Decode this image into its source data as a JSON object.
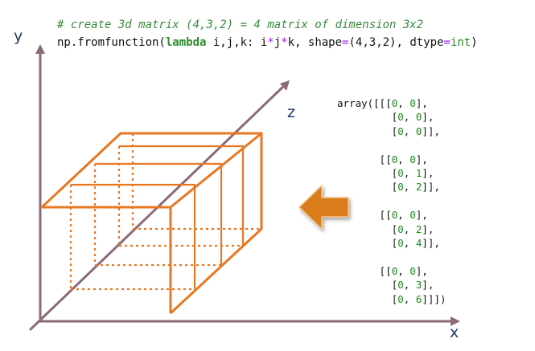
{
  "axes": {
    "y": "y",
    "z": "z",
    "x": "x"
  },
  "code": {
    "comment": "# create 3d matrix (4,3,2) = 4 matrix of dimension 3x2",
    "line_prefix": "np.fromfunction(",
    "keyword": "lambda",
    "params": " i,j,k: i",
    "op1": "*",
    "mid1": "j",
    "op2": "*",
    "mid2": "k, shape",
    "op3": "=",
    "shape_val": "(4,3,2)",
    "mid3": ", dtype",
    "op4": "=",
    "dtype_val": "int",
    "suffix": ")"
  },
  "output": {
    "prefix": "array(",
    "blocks": [
      [
        [
          "0",
          "0"
        ],
        [
          "0",
          "0"
        ],
        [
          "0",
          "0"
        ]
      ],
      [
        [
          "0",
          "0"
        ],
        [
          "0",
          "1"
        ],
        [
          "0",
          "2"
        ]
      ],
      [
        [
          "0",
          "0"
        ],
        [
          "0",
          "2"
        ],
        [
          "0",
          "4"
        ]
      ],
      [
        [
          "0",
          "0"
        ],
        [
          "0",
          "3"
        ],
        [
          "0",
          "6"
        ]
      ]
    ],
    "suffix": ")"
  },
  "colors": {
    "cube": "#e87722",
    "axis": "#8b6a7a",
    "arrow_fill": "#d97c1e",
    "arrow_stroke": "#f2c28a",
    "axis_label": "#1f3864"
  },
  "icons": {
    "arrow": "left-arrow-icon"
  }
}
